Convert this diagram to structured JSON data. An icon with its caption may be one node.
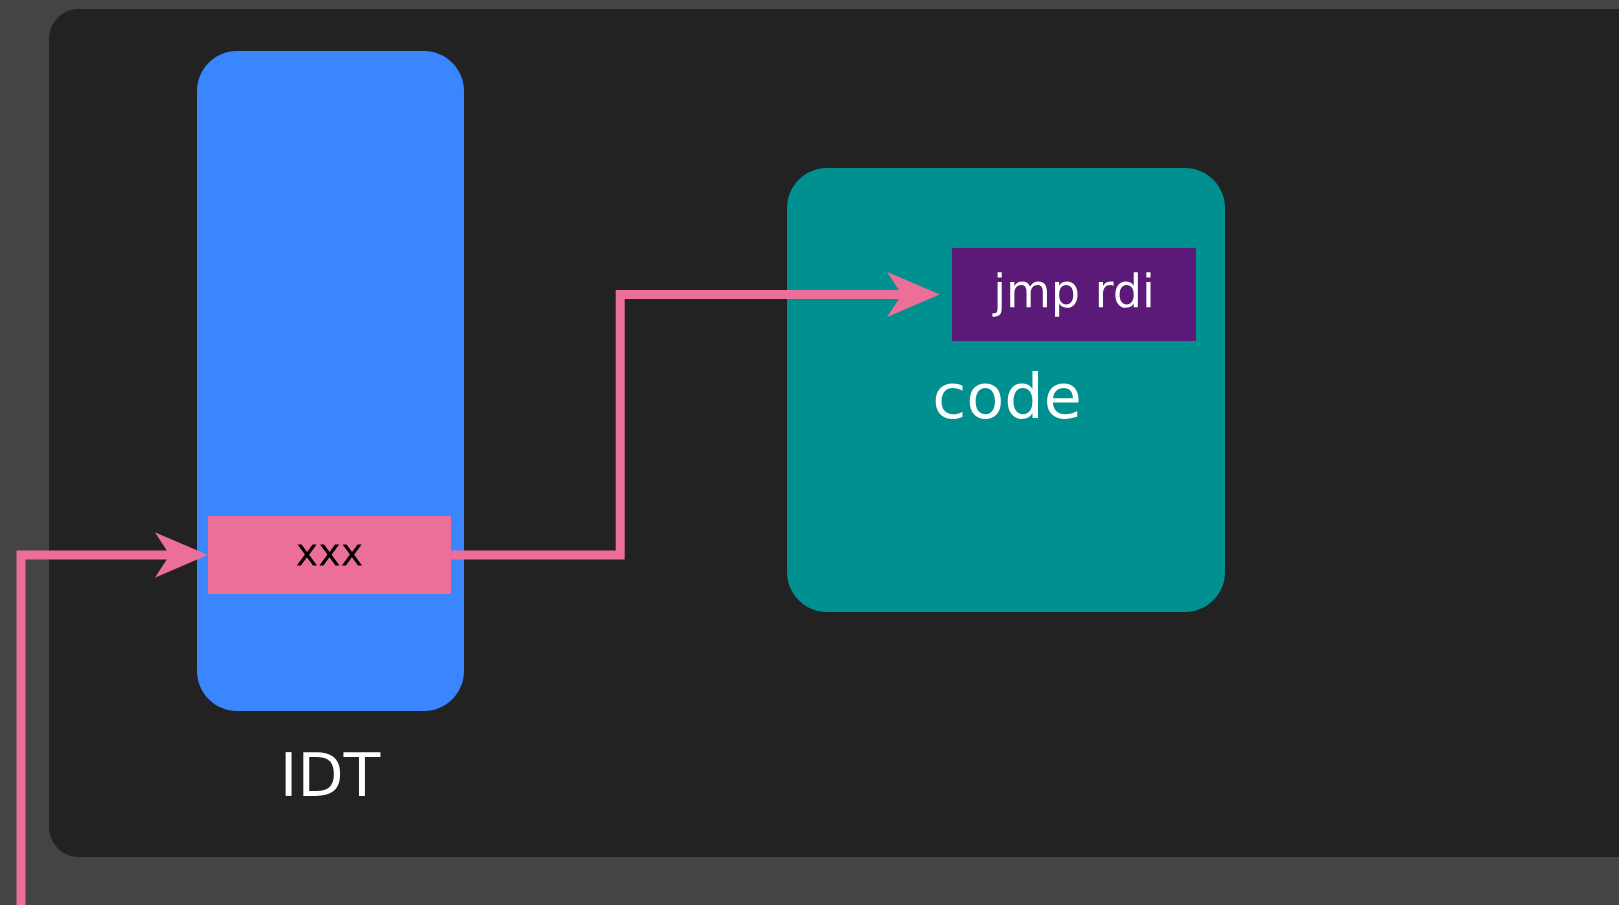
{
  "diagram": {
    "nodes": [
      {
        "text": [
          "IDT"
        ]
      },
      {
        "text": [
          "xxx"
        ],
        "in": 0
      },
      {
        "text": [
          "code"
        ]
      },
      {
        "text": [
          "jmp rdi"
        ],
        "in": 2
      }
    ],
    "edges": [
      {
        "from": null,
        "to": 1,
        "arrow": "to"
      },
      {
        "from": 1,
        "to": 3,
        "arrow": "to"
      }
    ]
  }
}
